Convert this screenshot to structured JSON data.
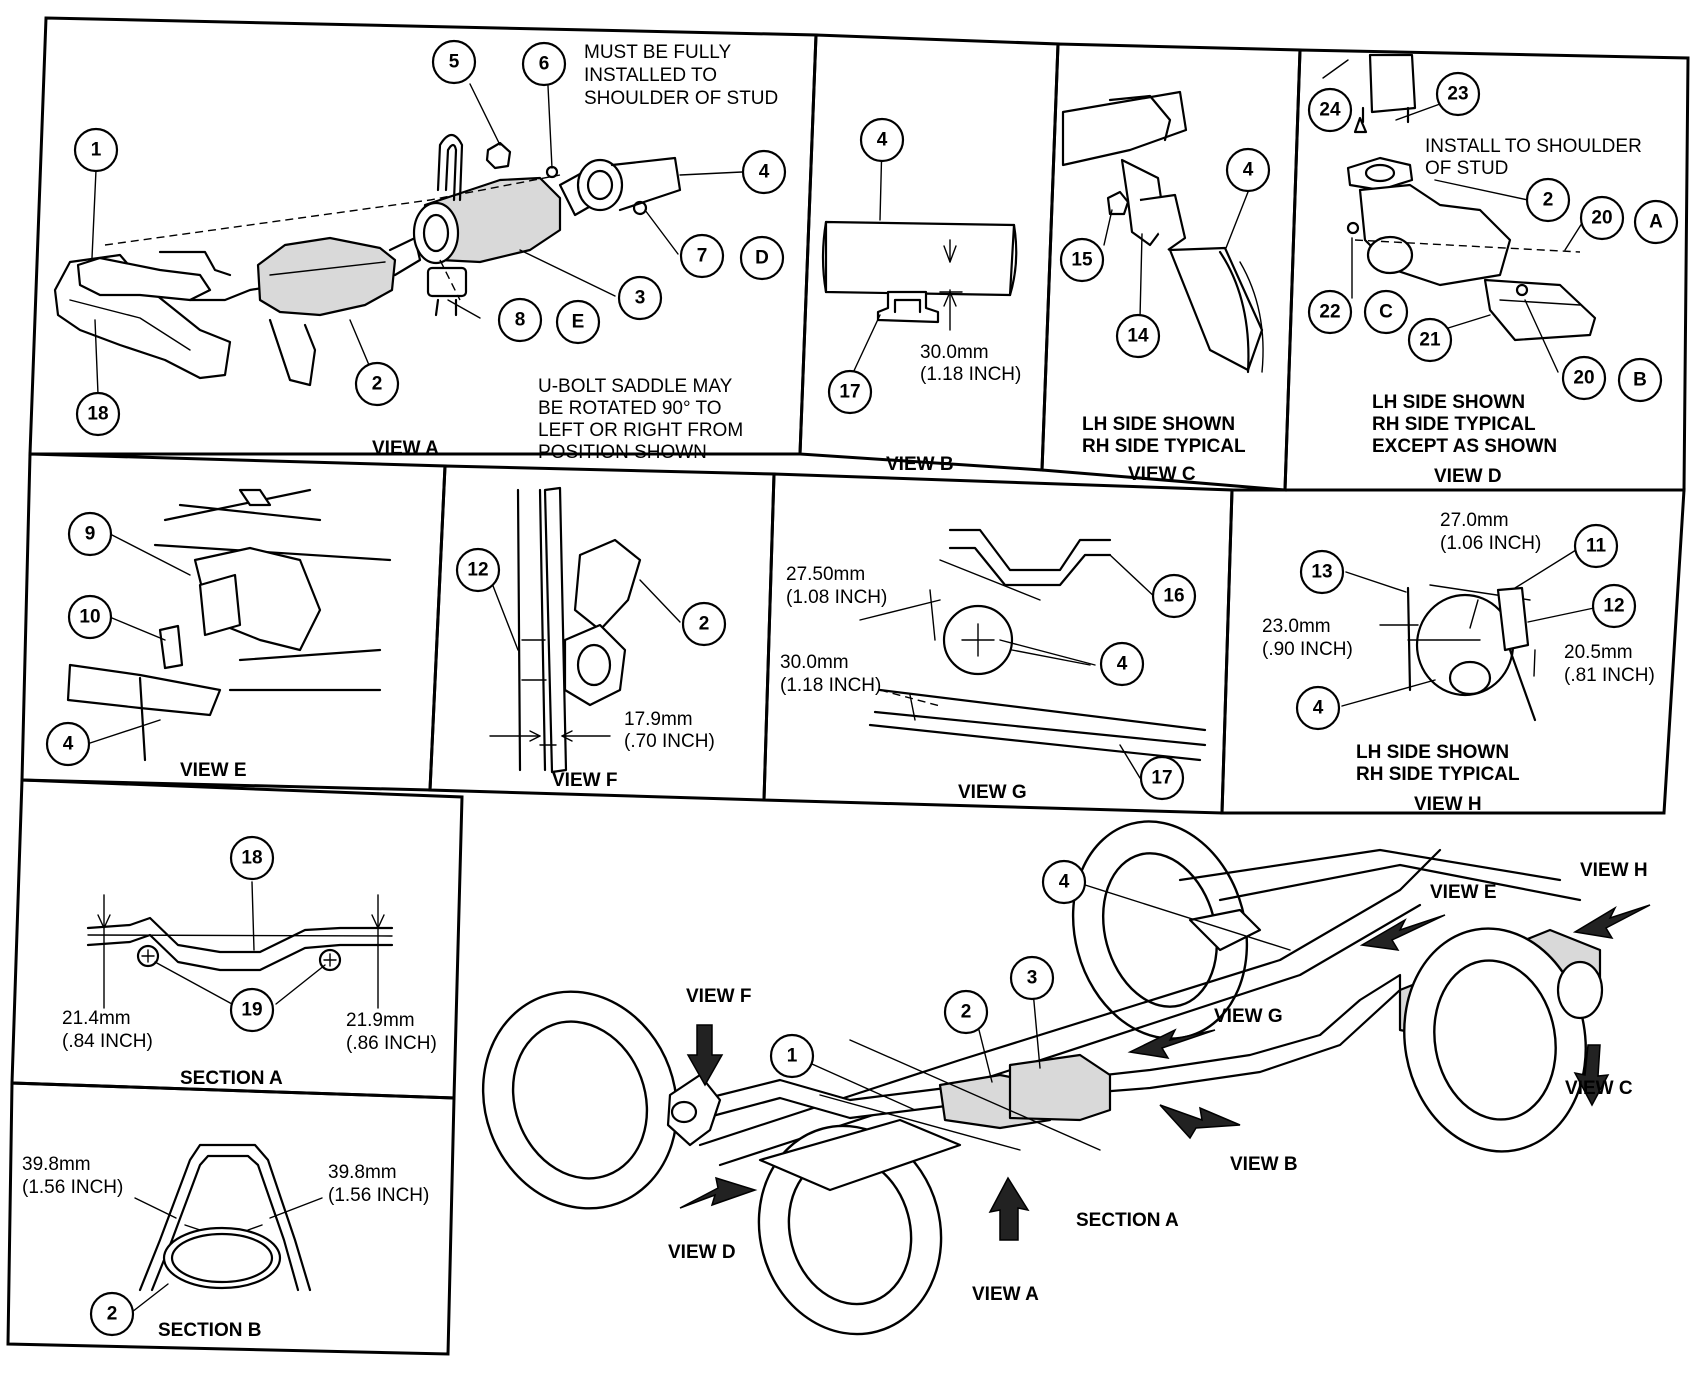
{
  "view_a": {
    "note_stud": [
      "MUST BE FULLY",
      "INSTALLED TO",
      "SHOULDER OF STUD"
    ],
    "note_saddle": [
      "U-BOLT SADDLE MAY",
      "BE ROTATED 90° TO",
      "LEFT OR RIGHT FROM",
      "POSITION SHOWN"
    ],
    "title": "VIEW A"
  },
  "view_b": {
    "dim": [
      "30.0mm",
      "(1.18 INCH)"
    ],
    "title": "VIEW B"
  },
  "view_c": {
    "note": [
      "LH SIDE SHOWN",
      "RH SIDE TYPICAL"
    ],
    "title": "VIEW C"
  },
  "view_d": {
    "note_stud": [
      "INSTALL TO SHOULDER",
      "OF STUD"
    ],
    "note": [
      "LH SIDE SHOWN",
      "RH SIDE TYPICAL",
      "EXCEPT AS SHOWN"
    ],
    "title": "VIEW D"
  },
  "view_e": {
    "title": "VIEW E"
  },
  "view_f": {
    "dim": [
      "17.9mm",
      "(.70 INCH)"
    ],
    "title": "VIEW F"
  },
  "view_g": {
    "dim1": [
      "27.50mm",
      "(1.08 INCH)"
    ],
    "dim2": [
      "30.0mm",
      "(1.18 INCH)"
    ],
    "title": "VIEW G"
  },
  "view_h": {
    "dim_top": [
      "27.0mm",
      "(1.06 INCH)"
    ],
    "dim_left": [
      "23.0mm",
      "(.90 INCH)"
    ],
    "dim_right": [
      "20.5mm",
      "(.81 INCH)"
    ],
    "note": [
      "LH SIDE SHOWN",
      "RH SIDE TYPICAL"
    ],
    "title": "VIEW H"
  },
  "section_a": {
    "dim_left": [
      "21.4mm",
      "(.84 INCH)"
    ],
    "dim_right": [
      "21.9mm",
      "(.86 INCH)"
    ],
    "title": "SECTION A"
  },
  "section_b": {
    "dim_left": [
      "39.8mm",
      "(1.56 INCH)"
    ],
    "dim_right": [
      "39.8mm",
      "(1.56 INCH)"
    ],
    "title": "SECTION B"
  },
  "overview": {
    "labels": [
      "VIEW H",
      "VIEW E",
      "VIEW G",
      "VIEW F",
      "VIEW C",
      "VIEW B",
      "VIEW D",
      "SECTION A",
      "VIEW A"
    ]
  },
  "callouts": {
    "n1": "1",
    "n2": "2",
    "n3": "3",
    "n4": "4",
    "n5": "5",
    "n6": "6",
    "n7": "7",
    "n8": "8",
    "n9": "9",
    "n10": "10",
    "n11": "11",
    "n12": "12",
    "n13": "13",
    "n14": "14",
    "n15": "15",
    "n16": "16",
    "n17": "17",
    "n18": "18",
    "n19": "19",
    "n20": "20",
    "n21": "21",
    "n22": "22",
    "n23": "23",
    "n24": "24",
    "A": "A",
    "B": "B",
    "C": "C",
    "D": "D",
    "E": "E"
  }
}
